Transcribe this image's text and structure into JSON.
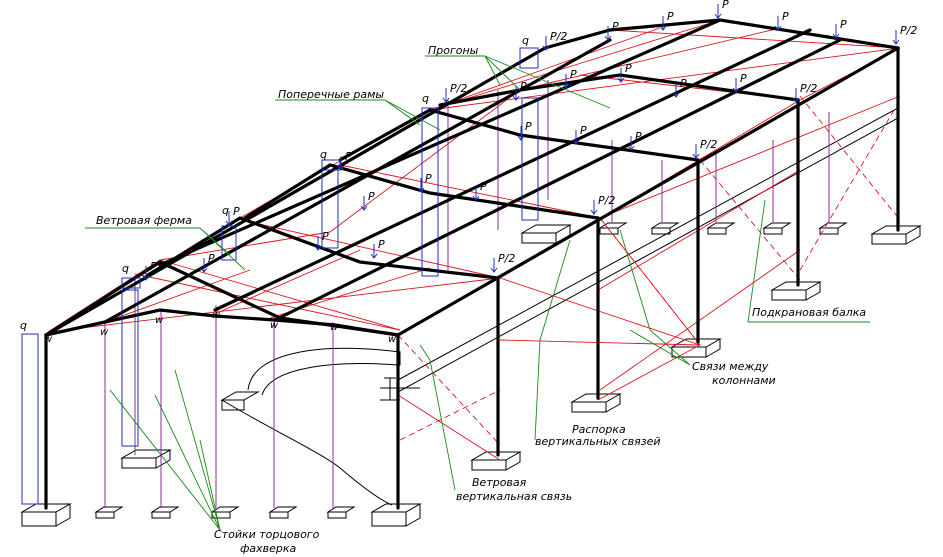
{
  "labels": {
    "purlins": "Прогоны",
    "cross_frames": "Поперечные рамы",
    "wind_truss": "Ветровая ферма",
    "crane_beam": "Подкрановая балка",
    "column_bracing_1": "Связи между",
    "column_bracing_2": "колоннами",
    "strut_1": "Распорка",
    "strut_2": "вертикальных связей",
    "wind_vertical_1": "Ветровая",
    "wind_vertical_2": "вертикальная связь",
    "gable_studs_1": "Стойки торцового",
    "gable_studs_2": "фахверка"
  },
  "loads": {
    "point_load": "P",
    "half_load": "P/2",
    "distributed_load": "q",
    "wind": "w"
  },
  "colors": {
    "frame": "#000000",
    "bracing": "#e0141e",
    "leaders": "#1a8a1a",
    "gable_studs": "#8a2d9a",
    "wind_load": "#1c2fb8"
  }
}
